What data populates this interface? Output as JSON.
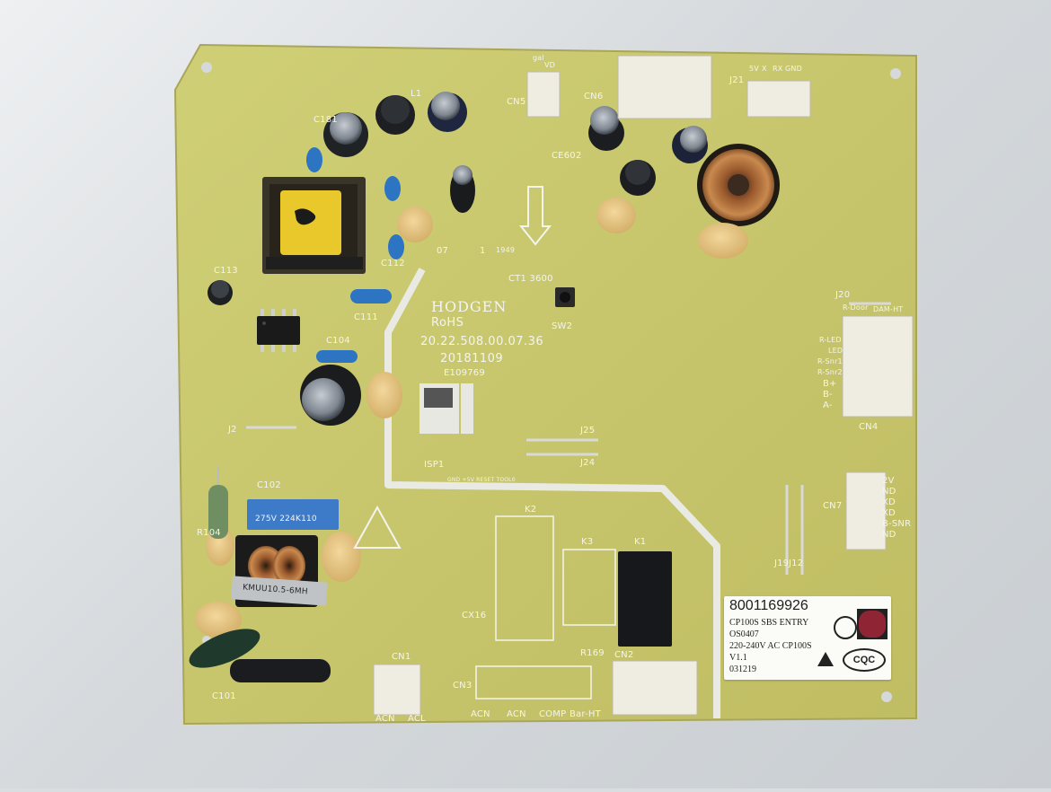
{
  "board": {
    "brand": "HODGEN",
    "rohs": "RoHS",
    "part_code": "20.22.508.00.07.36",
    "date_code": "20181109",
    "ul_code": "E109769",
    "ct_text": "CT1 3600",
    "date_stamp": [
      "07",
      "1",
      "1949"
    ]
  },
  "silkscreen": {
    "c181": "C181",
    "l1": "L1",
    "c113": "C113",
    "c112": "C112",
    "c111": "C111",
    "c104": "C104",
    "c102": "C102",
    "r104": "R104",
    "c101": "C101",
    "j2": "J2",
    "cn5": "CN5",
    "cn6": "CN6",
    "j21": "J21",
    "ce602": "CE602",
    "sw2": "SW2",
    "j20": "J20",
    "cn4": "CN4",
    "cn7": "CN7",
    "j19": "J19",
    "j12": "J12",
    "j25": "J25",
    "j24": "J24",
    "isp1": "ISP1",
    "isp_pins": "GND +5V RESET TOOL0",
    "k1": "K1",
    "k2": "K2",
    "k3": "K3",
    "cx16": "CX16",
    "r169": "R169",
    "cn1": "CN1",
    "cn2": "CN2",
    "cn3": "CN3",
    "cn3_pins": [
      "ACN",
      "ACN",
      "COMP",
      "Bar-HT"
    ],
    "cn1_pins": [
      "ACN",
      "ACL"
    ],
    "cn5_pins": [
      "gal",
      "VD"
    ],
    "j21_pins": [
      "5V",
      "X",
      "RX",
      "GND"
    ],
    "cn4_pins": [
      "R-Door",
      "DAM-HT",
      "R-LED",
      "LED",
      "R-Snr1",
      "R-Snr2",
      "B+",
      "B-",
      "A-"
    ],
    "cn7_pins": [
      "2V",
      "ND",
      "XD",
      "XD",
      "B-SNR",
      "ND"
    ]
  },
  "parts_markings": {
    "x2_cap": "275V 224K110",
    "choke": "KMUU10.5-6MH"
  },
  "label": {
    "part_number": "8001169926",
    "line1": "CP100S SBS ENTRY",
    "line2": "OS0407",
    "line3": "220-240V AC CP100S",
    "line4": "V1.1",
    "line5": "031219",
    "cert_mark": "CQC"
  },
  "colors": {
    "pcb": "#c9c76a",
    "silk": "#f4f4ee",
    "background": "#d9dde0"
  }
}
